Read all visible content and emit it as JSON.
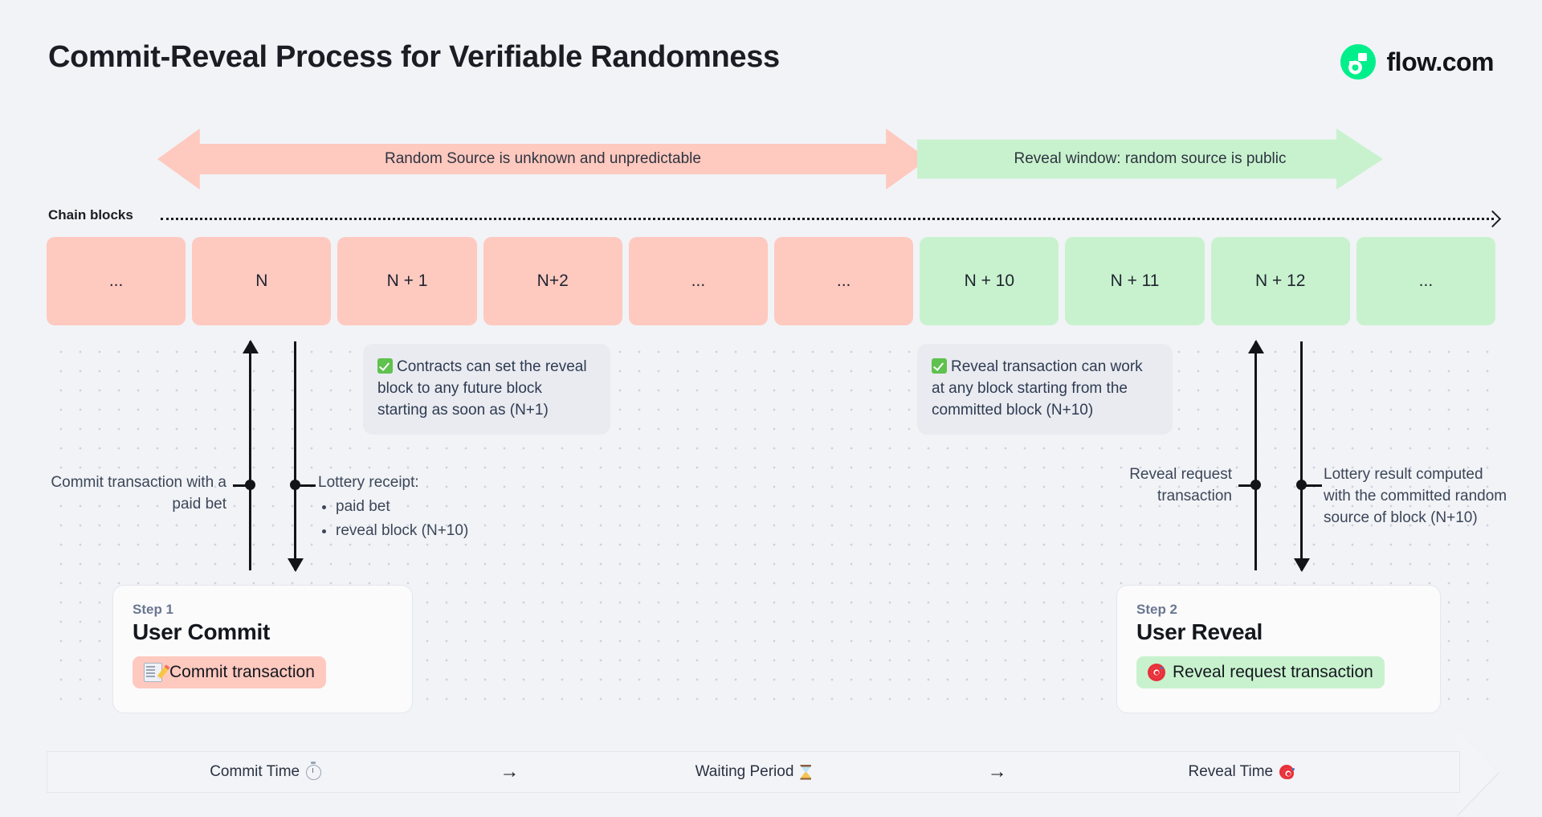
{
  "header": {
    "title": "Commit-Reveal Process for Verifiable Randomness",
    "brand_name": "flow.com",
    "brand_color": "#00ef8b"
  },
  "banners": {
    "unknown": "Random Source is unknown and unpredictable",
    "unknown_color": "#fec9bf",
    "reveal": "Reveal window: random source is public",
    "reveal_color": "#c8f2ce"
  },
  "chain": {
    "label": "Chain blocks",
    "blocks": [
      {
        "label": "...",
        "state": "pink"
      },
      {
        "label": "N",
        "state": "pink"
      },
      {
        "label": "N + 1",
        "state": "pink"
      },
      {
        "label": "N+2",
        "state": "pink"
      },
      {
        "label": "...",
        "state": "pink"
      },
      {
        "label": "...",
        "state": "pink"
      },
      {
        "label": "N + 10",
        "state": "green"
      },
      {
        "label": "N + 11",
        "state": "green"
      },
      {
        "label": "N + 12",
        "state": "green"
      },
      {
        "label": "...",
        "state": "green"
      }
    ]
  },
  "notes": {
    "note1": "Contracts can set the reveal block to any future block starting as soon as (N+1)",
    "note2": "Reveal transaction can work at any block starting from the committed block (N+10)"
  },
  "annotations": {
    "commit": "Commit transaction with a paid bet",
    "receipt_title": "Lottery receipt:",
    "receipt_items": [
      "paid bet",
      "reveal block (N+10)"
    ],
    "reveal_request": "Reveal request transaction",
    "lottery_result": "Lottery result computed with the committed random source of block (N+10)"
  },
  "steps": [
    {
      "kicker": "Step 1",
      "title": "User Commit",
      "pill_label": "Commit transaction",
      "pill_icon": "memo-icon",
      "pill_color": "#fec9bf"
    },
    {
      "kicker": "Step 2",
      "title": "User Reveal",
      "pill_label": "Reveal request transaction",
      "pill_icon": "dart-icon",
      "pill_color": "#c8f2ce"
    }
  ],
  "timeline": {
    "segments": [
      {
        "label": "Commit Time",
        "icon": "stopwatch-icon"
      },
      {
        "label": "Waiting Period",
        "icon": "hourglass-icon"
      },
      {
        "label": "Reveal Time",
        "icon": "dart-icon"
      }
    ],
    "arrow": "→"
  }
}
